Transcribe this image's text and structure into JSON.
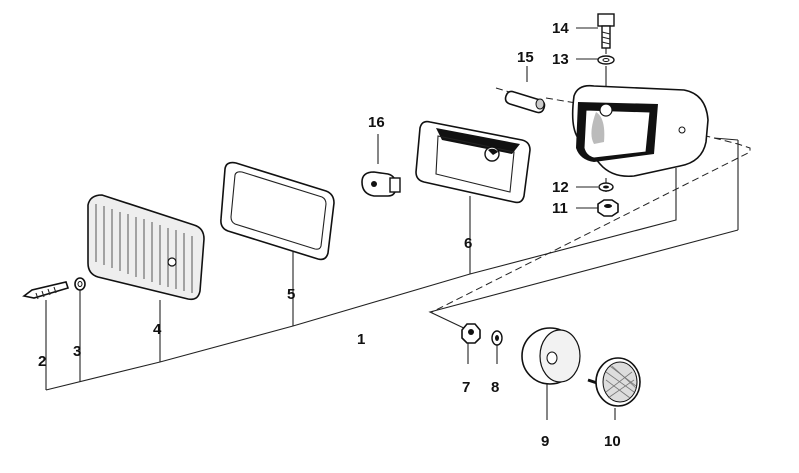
{
  "diagram": {
    "kind": "exploded parts diagram",
    "colors": {
      "ink": "#111111",
      "background": "#ffffff",
      "chrome": "#d9d9d9",
      "lens": "#e6e6e6"
    },
    "callouts": [
      "1",
      "2",
      "3",
      "4",
      "5",
      "6",
      "7",
      "8",
      "9",
      "10",
      "11",
      "12",
      "13",
      "14",
      "15",
      "16"
    ]
  }
}
